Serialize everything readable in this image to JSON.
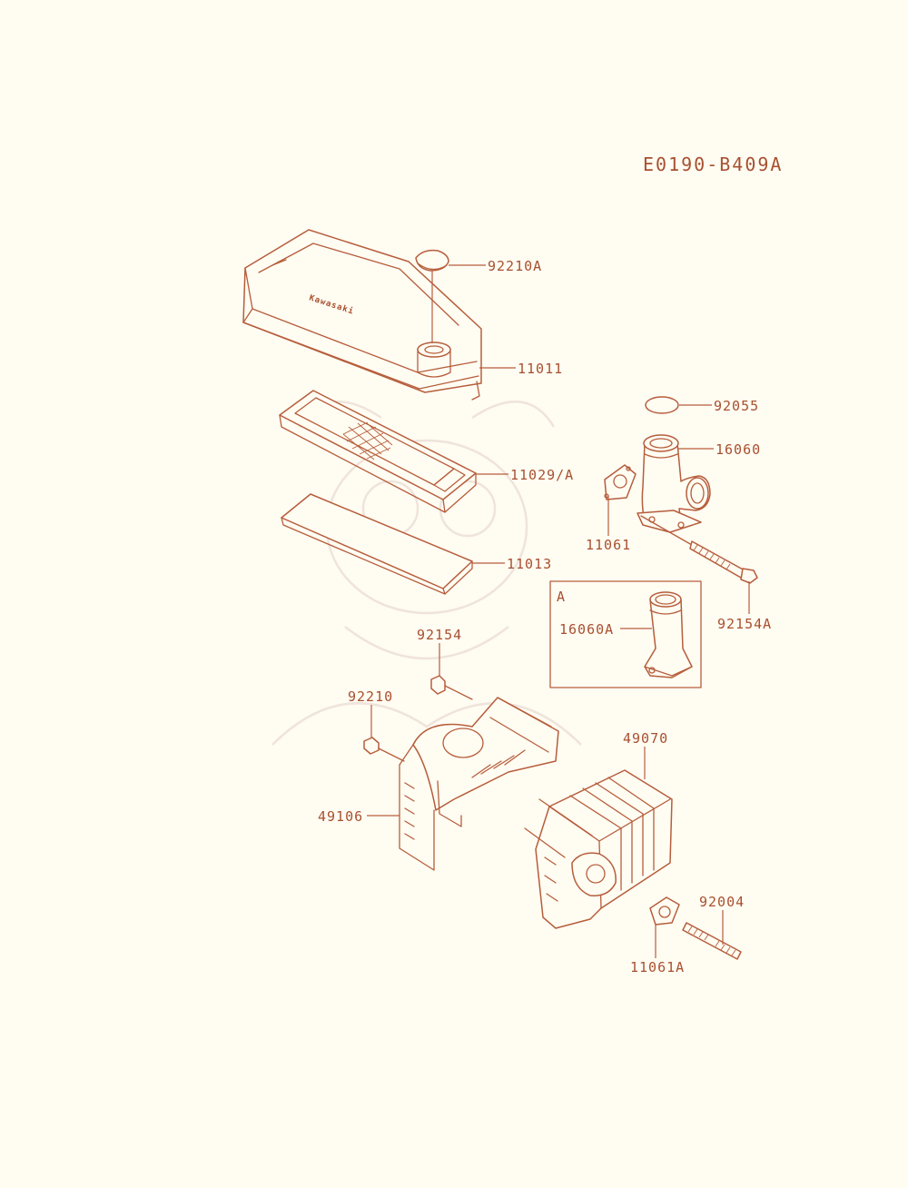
{
  "diagram_code": "E0190-B409A",
  "colors": {
    "line": "#b65e3c",
    "text": "#a8502f",
    "background": "#fffcf2"
  },
  "callouts": {
    "p92210A": "92210A",
    "p11011": "11011",
    "p92055": "92055",
    "p16060": "16060",
    "p11029A": "11029/A",
    "p11061": "11061",
    "p11013": "11013",
    "p92154A": "92154A",
    "p92154": "92154",
    "p92210": "92210",
    "p49070": "49070",
    "p49106": "49106",
    "p92004": "92004",
    "p11061A": "11061A"
  },
  "inset": {
    "letter": "A",
    "p16060A": "16060A"
  }
}
